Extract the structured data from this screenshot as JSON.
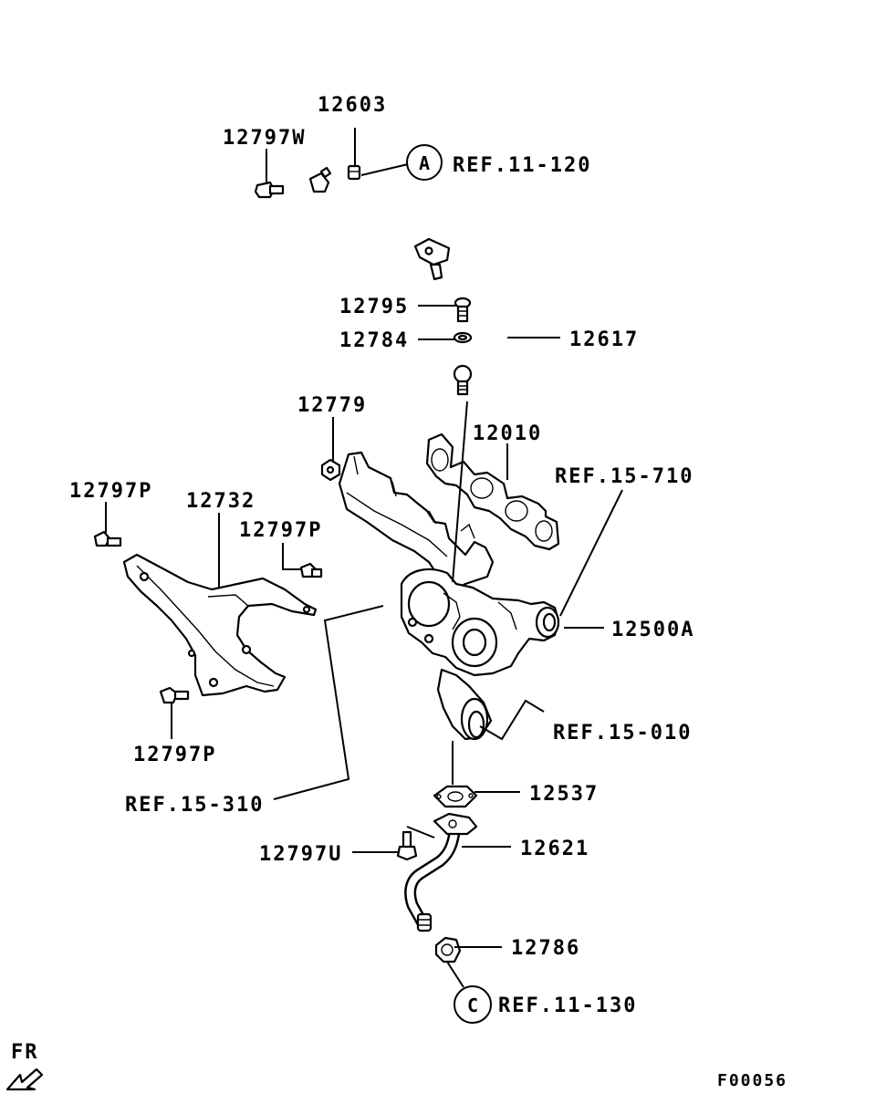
{
  "diagram": {
    "figure_code": "F00056",
    "direction_label": "FR",
    "callouts": {
      "a": "A",
      "c": "C"
    },
    "labels": {
      "p12603": "12603",
      "p12797w": "12797W",
      "ref_11_120": "REF.11-120",
      "p12795": "12795",
      "p12784": "12784",
      "p12617": "12617",
      "p12779": "12779",
      "p12010": "12010",
      "ref_15_710": "REF.15-710",
      "p12797p_a": "12797P",
      "p12732": "12732",
      "p12797p_b": "12797P",
      "p12500a": "12500A",
      "ref_15_010": "REF.15-010",
      "p12797p_c": "12797P",
      "ref_15_310": "REF.15-310",
      "p12537": "12537",
      "p12621": "12621",
      "p12797u": "12797U",
      "p12786": "12786",
      "ref_11_130": "REF.11-130"
    }
  }
}
